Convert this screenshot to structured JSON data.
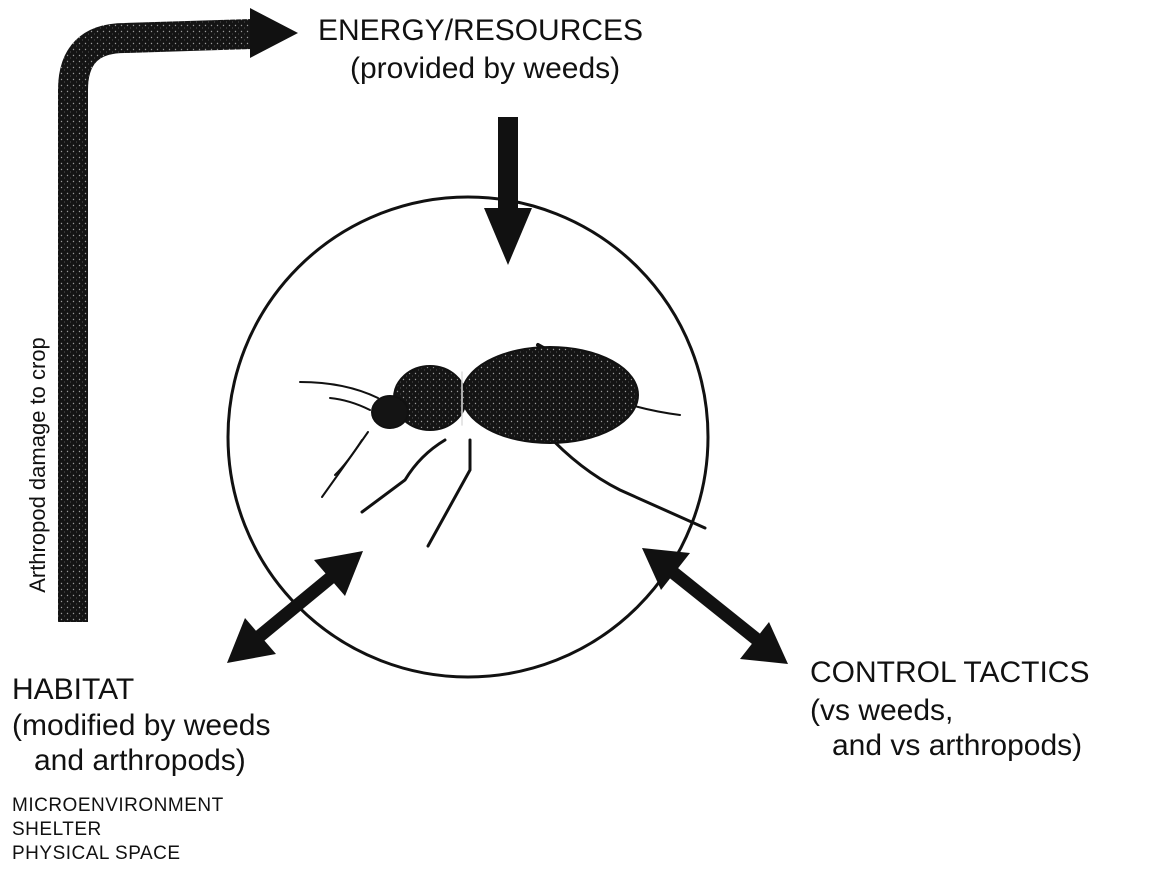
{
  "energy": {
    "title": "ENERGY/RESOURCES",
    "subtitle": "(provided by weeds)"
  },
  "habitat": {
    "title": "HABITAT",
    "line1": "(modified by weeds",
    "line2": "and arthropods)",
    "items": [
      "MICROENVIRONMENT",
      "SHELTER",
      "PHYSICAL SPACE"
    ]
  },
  "control": {
    "title": "CONTROL TACTICS",
    "line1": "(vs weeds,",
    "line2": "and vs arthropods)"
  },
  "feedback_label": "Arthropod damage to crop",
  "colors": {
    "ink": "#111111",
    "background": "#ffffff"
  },
  "icons": {
    "center": "beetle-illustration"
  }
}
